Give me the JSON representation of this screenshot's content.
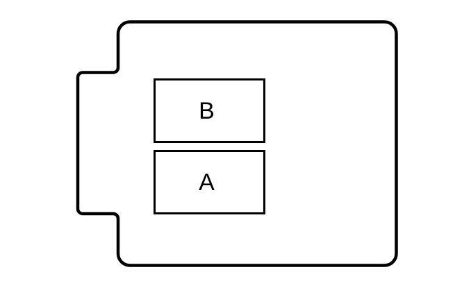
{
  "diagram": {
    "background_color": "#ffffff",
    "line_color": "#000000",
    "enclosure": {
      "description": "rounded-rectangle enclosure outline with stepped bump-out on left side"
    },
    "boxes": [
      {
        "label": "B",
        "position": "top"
      },
      {
        "label": "A",
        "position": "bottom"
      }
    ]
  }
}
